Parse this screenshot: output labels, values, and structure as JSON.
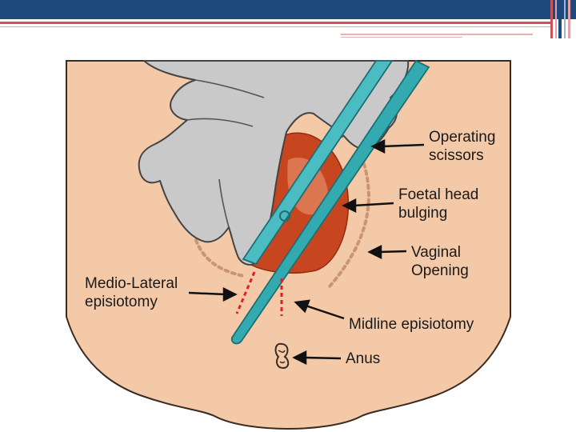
{
  "colors": {
    "skin": "#f3c9a8",
    "skin_outline": "#3a2a22",
    "glove": "#c9c9c9",
    "head": "#c7461f",
    "scissors": "#33aab0",
    "dots": "#c99575",
    "incision": "#e02020",
    "header_blue": "#1f4a7d",
    "header_red": "#c9555a"
  },
  "icons": {
    "scissors": "scissors-icon",
    "glove": "gloved-hand-icon",
    "anus": "anus-icon"
  },
  "labels": {
    "operating_scissors": "Operating\nscissors",
    "foetal_head": "Foetal head\nbulging",
    "vaginal_opening": "Vaginal\nOpening",
    "medio_lateral": "Medio-Lateral\nepisiotomy",
    "midline": "Midline episiotomy",
    "anus": "Anus"
  }
}
